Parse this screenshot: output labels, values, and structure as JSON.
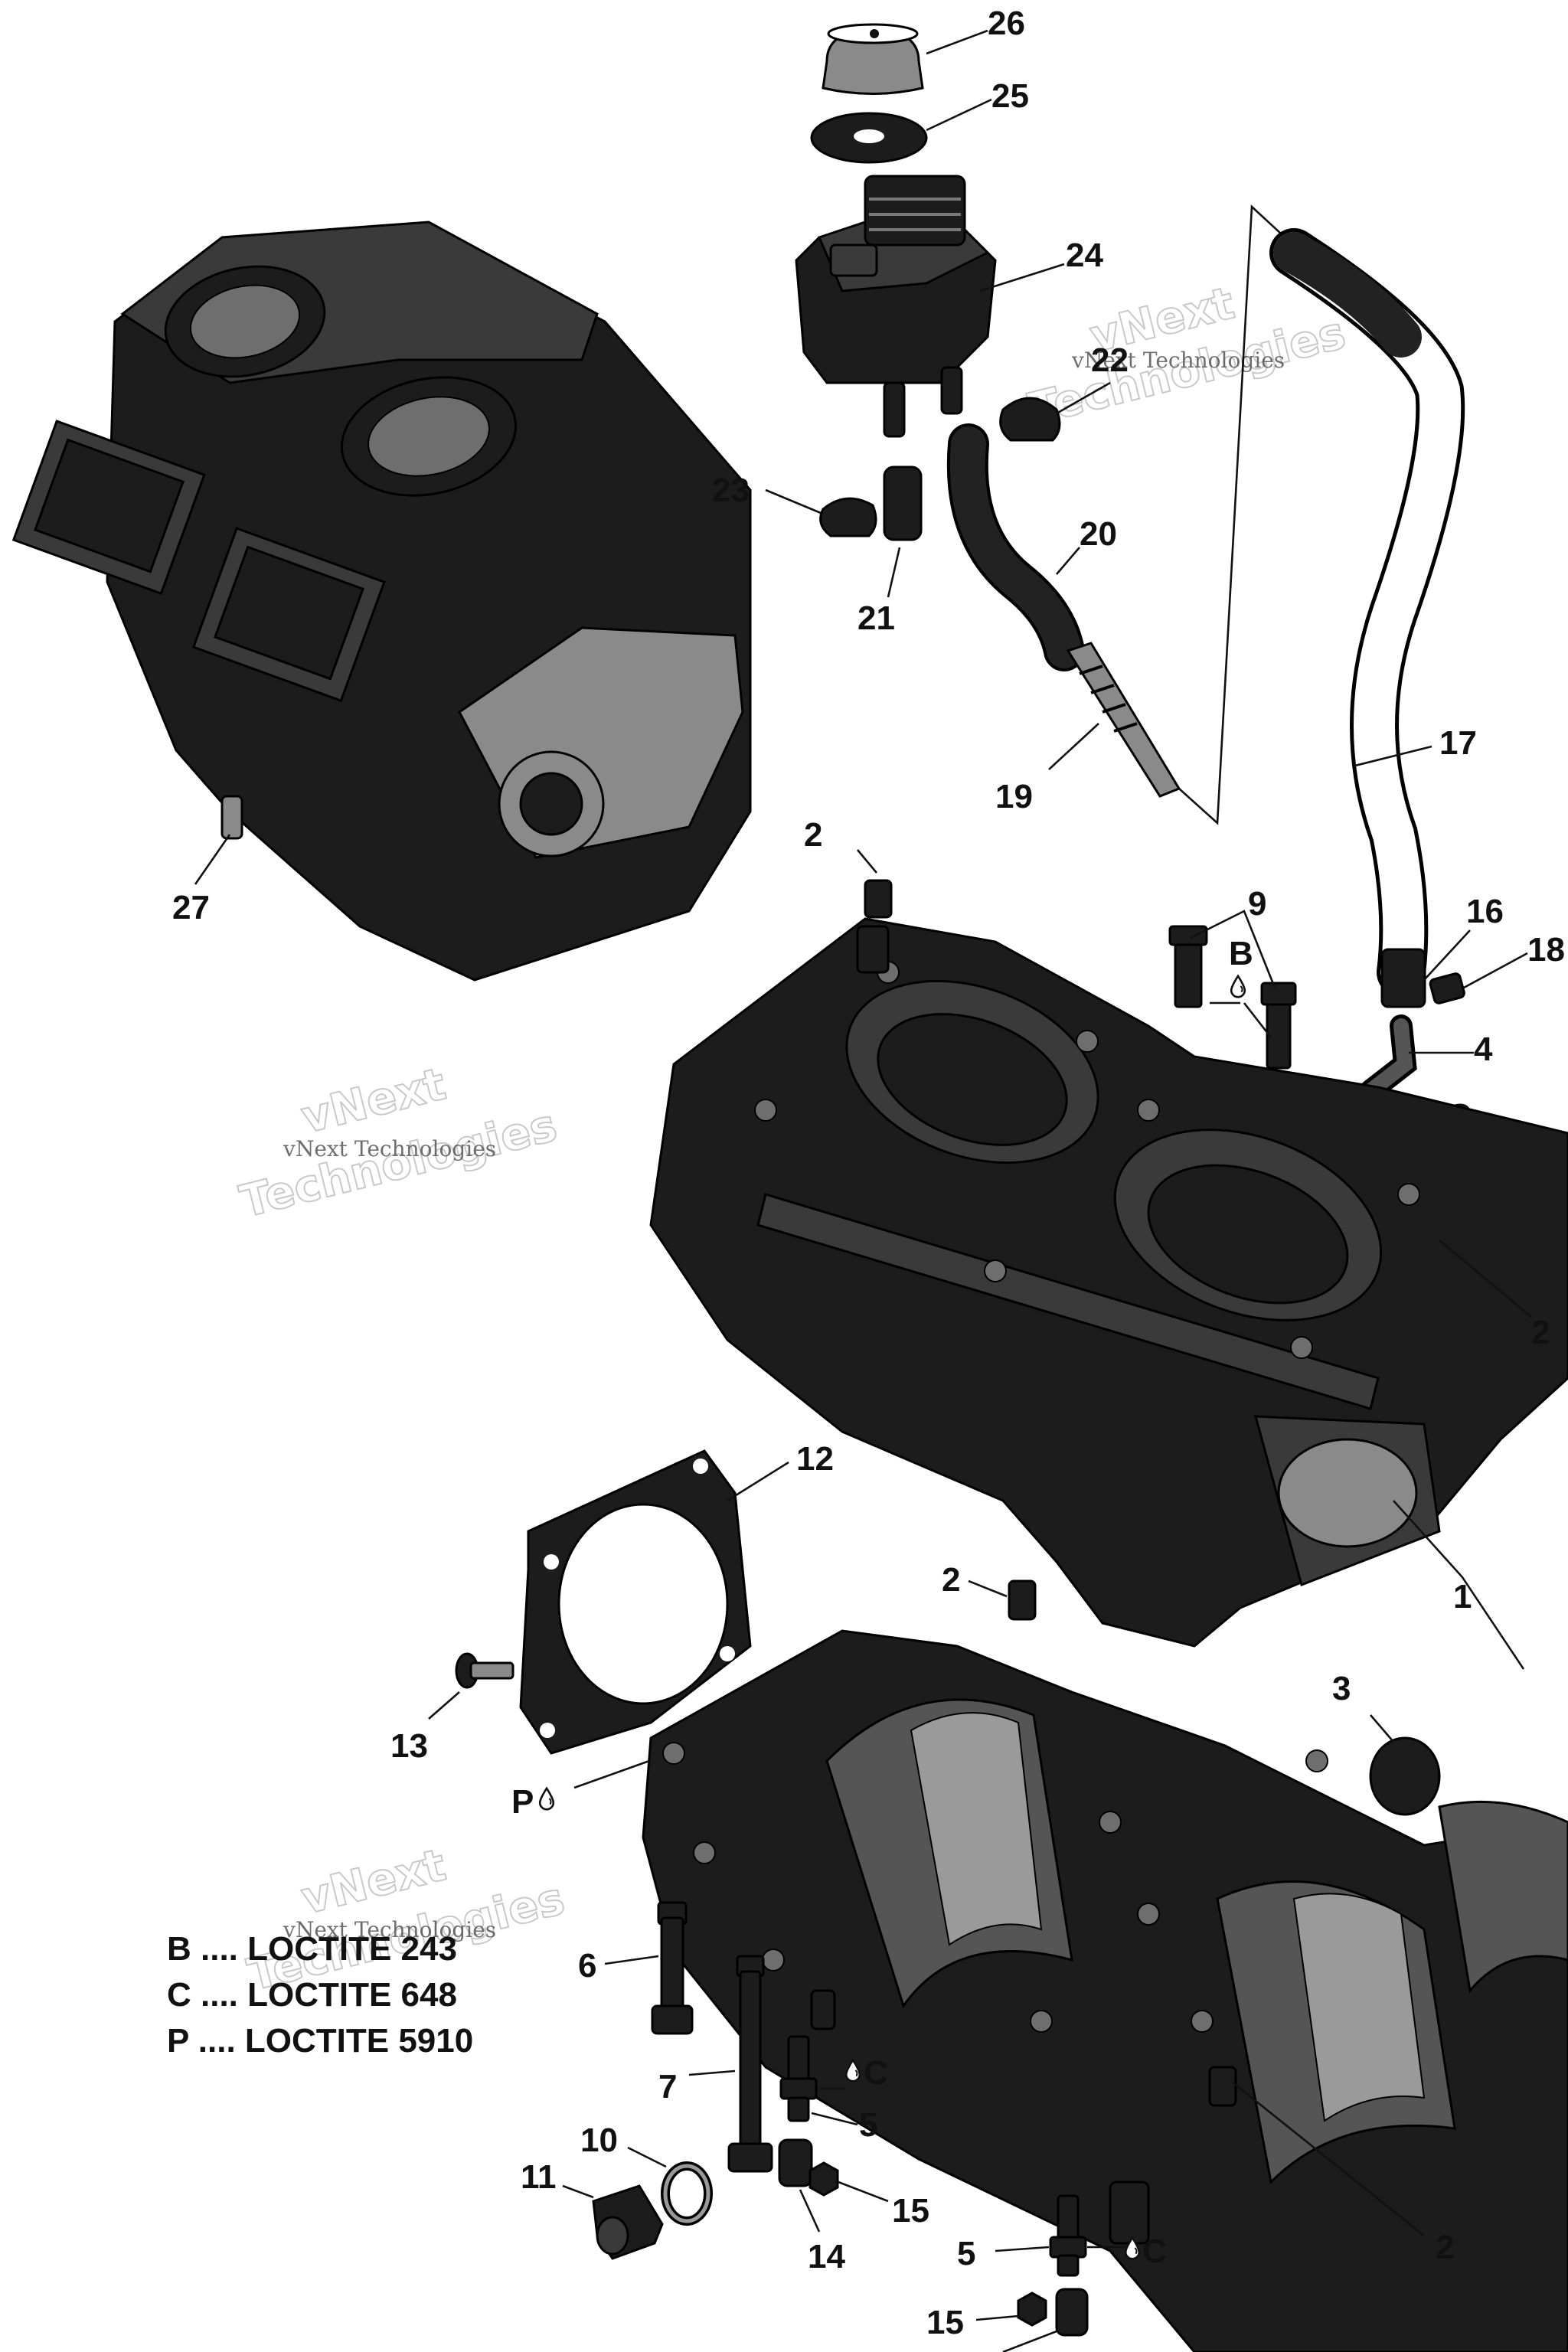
{
  "callouts": {
    "n1": "1",
    "n2a": "2",
    "n2b": "2",
    "n2c": "2",
    "n2d": "2",
    "n3": "3",
    "n4": "4",
    "n5a": "5",
    "n5b": "5",
    "n6": "6",
    "n7": "7",
    "n9": "9",
    "n10": "10",
    "n11": "11",
    "n12": "12",
    "n13": "13",
    "n14": "14",
    "n15a": "15",
    "n15b": "15",
    "n16": "16",
    "n17": "17",
    "n18": "18",
    "n19": "19",
    "n20": "20",
    "n21": "21",
    "n22": "22",
    "n23": "23",
    "n24": "24",
    "n25": "25",
    "n26": "26",
    "n27": "27"
  },
  "adhesive_marks": {
    "b": "B",
    "c1": "C",
    "c2": "C",
    "c3": "C",
    "p": "P"
  },
  "legend": {
    "b": "B .... LOCTITE 243",
    "c": "C .... LOCTITE 648",
    "p": "P .... LOCTITE 5910"
  },
  "watermark": {
    "brand_a": "vNext",
    "brand_b": "Technologies",
    "small": "vNext Technologies"
  },
  "icons": [
    "drop-icon"
  ],
  "colors": {
    "ink": "#111111",
    "part_dark": "#1c1c1c",
    "watermark": "#b8b8b8"
  }
}
